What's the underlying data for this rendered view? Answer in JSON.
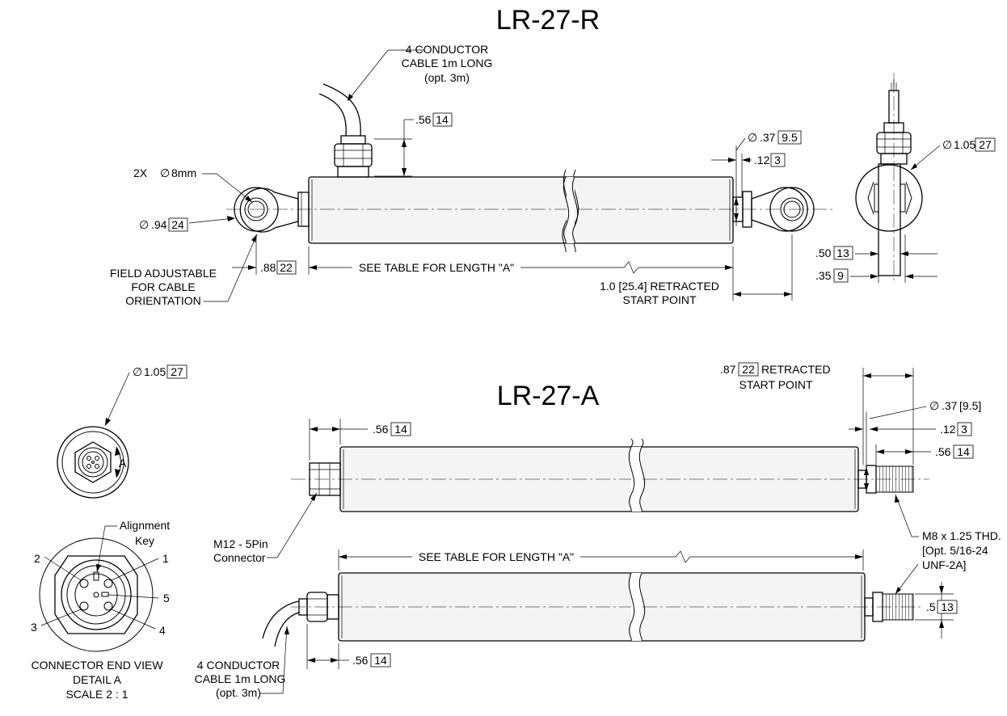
{
  "views": {
    "top": {
      "title": "LR-27-R",
      "cable_note": [
        "4 CONDUCTOR",
        "CABLE 1m LONG",
        "(opt. 3m)"
      ],
      "eye_dia_prefix": "2X ",
      "eye_dia_value": "8mm",
      "od_value": ".94",
      "od_metric": "24",
      "field_note": [
        "FIELD ADJUSTABLE",
        "FOR CABLE",
        "ORIENTATION"
      ],
      "gland_offset": ".88",
      "gland_offset_metric": "22",
      "gland_height": ".56",
      "gland_height_metric": "14",
      "length_note": "SEE TABLE FOR LENGTH \"A\"",
      "rod_dia": ".37",
      "rod_dia_metric": "9.5",
      "rod_gap": ".12",
      "rod_gap_metric": "3",
      "retracted_note": [
        "1.0 [25.4] RETRACTED",
        "START POINT"
      ],
      "side_dia": "1.05",
      "side_dia_metric": "27",
      "side_w1": ".50",
      "side_w1_metric": "13",
      "side_w2": ".35",
      "side_w2_metric": "9"
    },
    "bottom": {
      "title": "LR-27-A",
      "end_dia": "1.05",
      "end_dia_metric": "27",
      "detail_callout": "A",
      "alignment_note": [
        "Alignment",
        "Key"
      ],
      "pins": [
        "1",
        "2",
        "3",
        "4",
        "5"
      ],
      "detail_note": [
        "CONNECTOR END VIEW",
        "DETAIL A",
        "SCALE 2 : 1"
      ],
      "connector_note": [
        "M12 - 5Pin",
        "Connector"
      ],
      "connector_len": ".56",
      "connector_len_metric": "14",
      "retracted_value": ".87",
      "retracted_metric": "22",
      "retracted_word": "RETRACTED",
      "start_point": "START POINT",
      "rod_dia": ".37",
      "rod_dia_suffix": "[9.5]",
      "rod_gap": ".12",
      "rod_gap_metric": "3",
      "thread_len": ".56",
      "thread_len_metric": "14",
      "length_note": "SEE TABLE FOR LENGTH \"A\"",
      "thread_note": [
        "M8 x 1.25 THD.",
        "[Opt. 5/16-24",
        "UNF-2A]"
      ],
      "thread_dia": ".5",
      "thread_dia_metric": "13",
      "gland_len": ".56",
      "gland_len_metric": "14",
      "cable_note": [
        "4 CONDUCTOR",
        "CABLE 1m LONG",
        "(opt. 3m)"
      ]
    }
  }
}
